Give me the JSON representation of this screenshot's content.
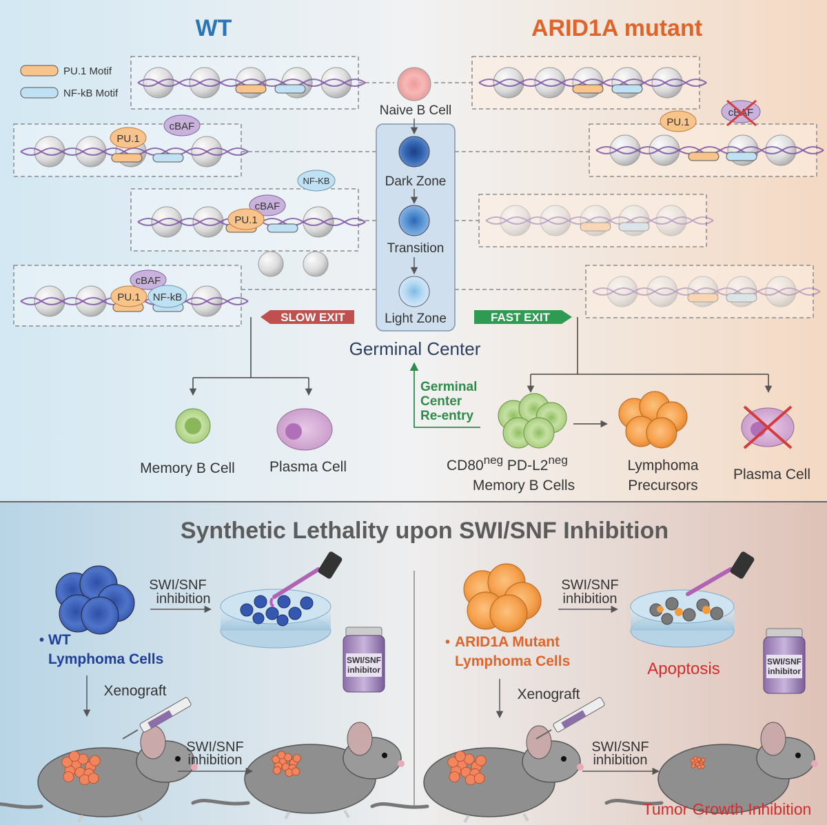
{
  "header": {
    "wt": "WT",
    "mutant": "ARID1A mutant"
  },
  "legend": {
    "pu1_motif": "PU.1 Motif",
    "nfkb_motif": "NF-kB Motif"
  },
  "factors": {
    "pu1": "PU.1",
    "cbaf": "cBAF",
    "nfkb_upper": "NF-KB",
    "nfkb": "NF-kB"
  },
  "stages": {
    "naive": "Naive B Cell",
    "dark": "Dark Zone",
    "transition": "Transition",
    "light": "Light Zone"
  },
  "germinal_center": "Germinal Center",
  "exits": {
    "slow": "SLOW EXIT",
    "fast": "FAST EXIT"
  },
  "reentry": [
    "Germinal",
    "Center",
    "Re-entry"
  ],
  "outcomes": {
    "memory_b": "Memory B Cell",
    "plasma": "Plasma Cell",
    "cd80": "CD80",
    "cd80_sup": "neg",
    "pdl2": " PD-L2",
    "pdl2_sup": "neg",
    "memory_b_cells": "Memory B Cells",
    "lymphoma": "Lymphoma",
    "precursors": "Precursors",
    "plasma_mut": "Plasma Cell"
  },
  "bottom": {
    "title": "Synthetic Lethality upon SWI/SNF Inhibition",
    "swi_snf": "SWI/SNF",
    "inhibition": "inhibition",
    "wt_label_1": "WT",
    "wt_label_2": "Lymphoma Cells",
    "mut_label_1": "ARID1A Mutant",
    "mut_label_2": "Lymphoma Cells",
    "bullet": "•",
    "xenograft": "Xenograft",
    "apoptosis": "Apoptosis",
    "tumor_growth": "Tumor Growth Inhibition",
    "vial_1": "SWI/SNF",
    "vial_2": "inhibitor"
  },
  "colors": {
    "wt_blue": "#2b74b8",
    "mutant_orange": "#e0642a",
    "slow_exit": "#c0504d",
    "fast_exit": "#2e9a52",
    "reentry_green": "#2e8b4a",
    "wt_label": "#1f3f99",
    "mut_label": "#e0642a",
    "apoptosis_red": "#d42b2b",
    "pu1_orange": "#f9c48c",
    "nfkb_blue": "#bfe1f3",
    "cbaf_purple": "#c9b3dc"
  }
}
